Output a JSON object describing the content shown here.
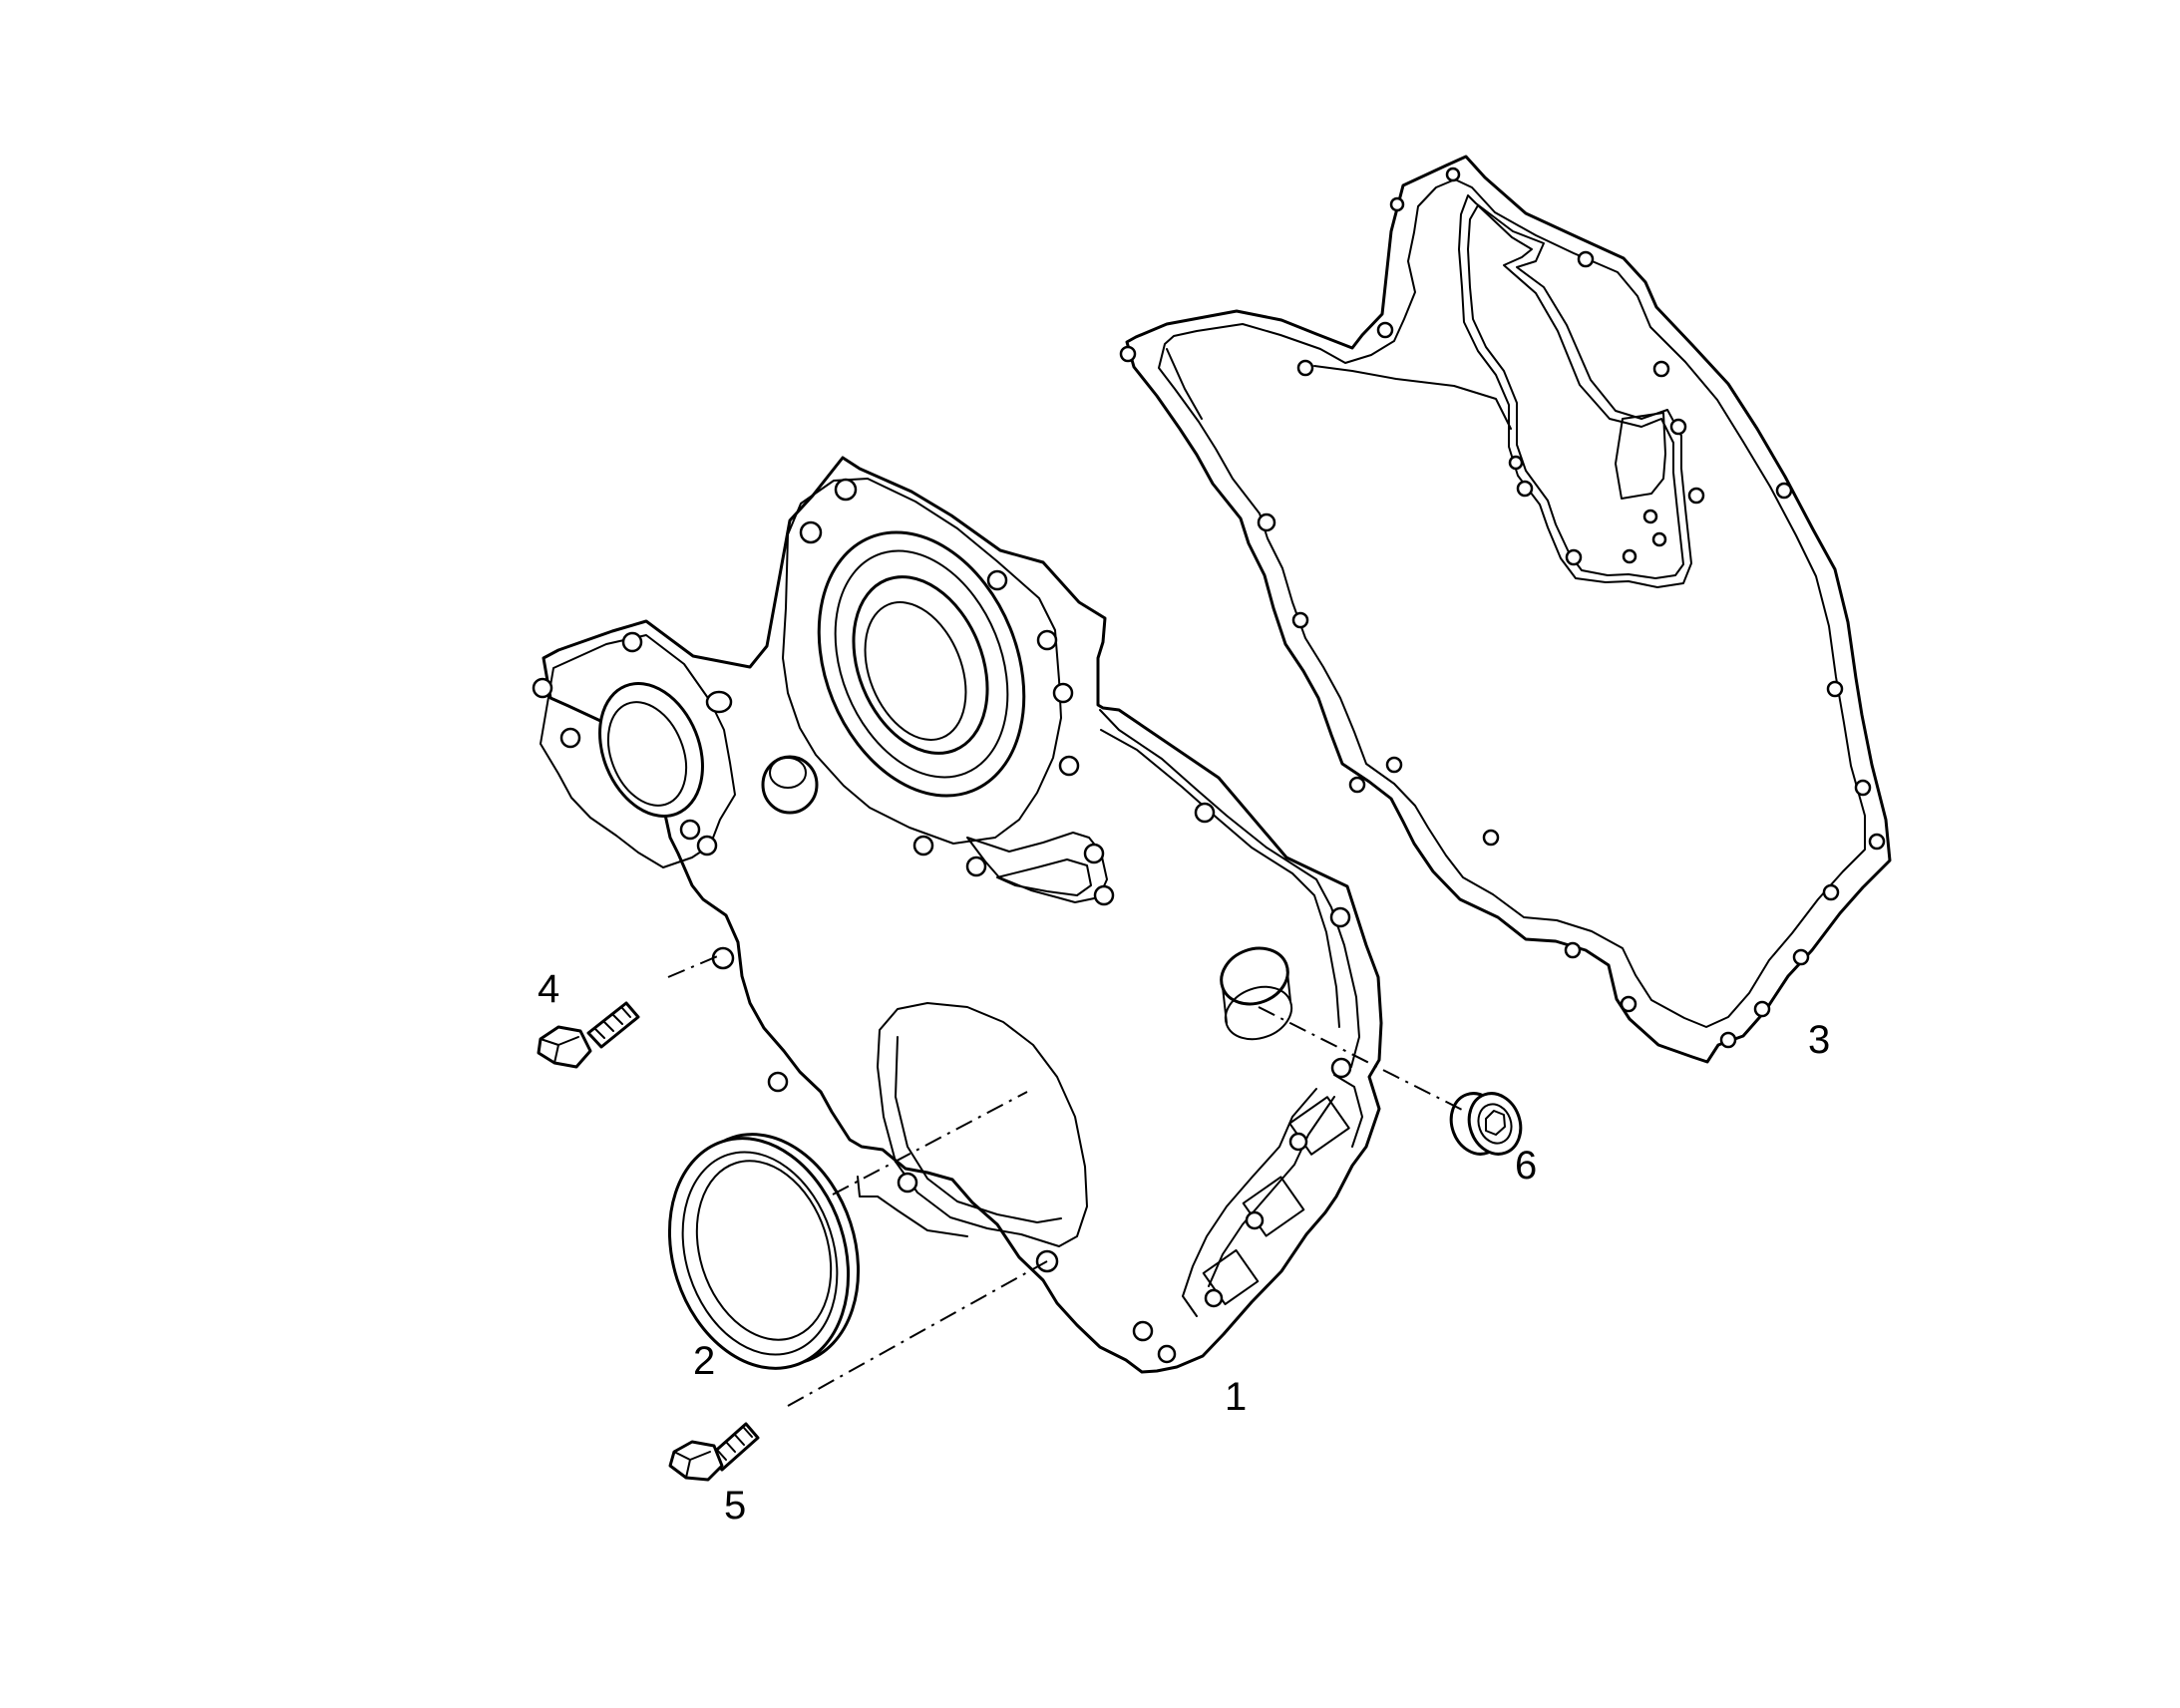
{
  "callouts": {
    "timing_cover": "1",
    "seal": "2",
    "gasket": "3",
    "bolt_upper": "4",
    "bolt_lower": "5",
    "plug": "6"
  },
  "colors": {
    "line": "#000000",
    "background": "#ffffff"
  }
}
